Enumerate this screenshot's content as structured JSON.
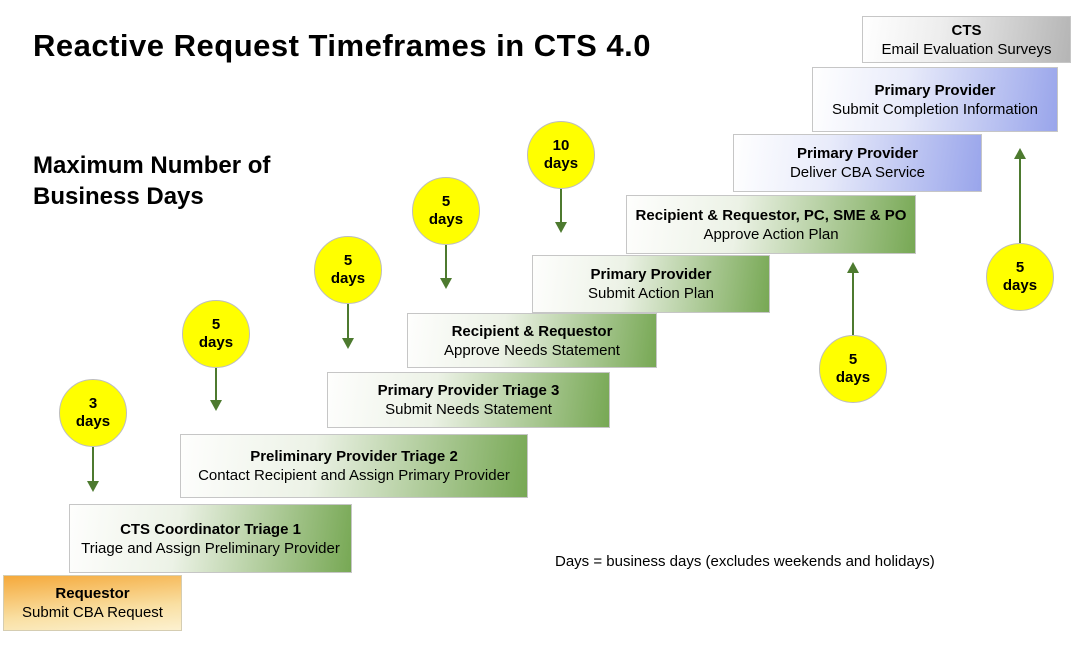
{
  "header": {
    "title": "Reactive Request Timeframes in CTS 4.0",
    "axis_label_line1": "Maximum Number of",
    "axis_label_line2": "Business Days"
  },
  "legend": {
    "note": "Days = business days (excludes weekends and holidays)"
  },
  "steps": [
    {
      "actor": "Requestor",
      "action": "Submit CBA Request",
      "variant": "orange"
    },
    {
      "actor": "CTS Coordinator Triage 1",
      "action": "Triage and Assign Preliminary Provider",
      "variant": "green"
    },
    {
      "actor": "Preliminary Provider Triage 2",
      "action": "Contact Recipient and Assign Primary Provider",
      "variant": "green"
    },
    {
      "actor": "Primary Provider Triage 3",
      "action": "Submit Needs Statement",
      "variant": "green"
    },
    {
      "actor": "Recipient & Requestor",
      "action": "Approve Needs Statement",
      "variant": "green"
    },
    {
      "actor": "Primary Provider",
      "action": "Submit Action Plan",
      "variant": "green"
    },
    {
      "actor": "Recipient & Requestor, PC, SME & PO",
      "action": "Approve Action Plan",
      "variant": "green"
    },
    {
      "actor": "Primary Provider",
      "action": "Deliver CBA Service",
      "variant": "blue"
    },
    {
      "actor": "Primary Provider",
      "action": "Submit Completion Information",
      "variant": "blue"
    },
    {
      "actor": "CTS",
      "action": "Email Evaluation Surveys",
      "variant": "gray"
    }
  ],
  "duration_badges": [
    {
      "value": "3",
      "unit": "days",
      "arrow_direction": "down"
    },
    {
      "value": "5",
      "unit": "days",
      "arrow_direction": "down"
    },
    {
      "value": "5",
      "unit": "days",
      "arrow_direction": "down"
    },
    {
      "value": "5",
      "unit": "days",
      "arrow_direction": "down"
    },
    {
      "value": "10",
      "unit": "days",
      "arrow_direction": "down"
    },
    {
      "value": "5",
      "unit": "days",
      "arrow_direction": "up"
    },
    {
      "value": "5",
      "unit": "days",
      "arrow_direction": "up"
    }
  ],
  "colors": {
    "step_green": "#77a854",
    "step_blue": "#99a5eb",
    "step_gray": "#b5b5b5",
    "step_orange": "#f5a93b",
    "badge_yellow": "#ffff00",
    "arrow_green": "#4d7a2f",
    "text": "#000000"
  }
}
